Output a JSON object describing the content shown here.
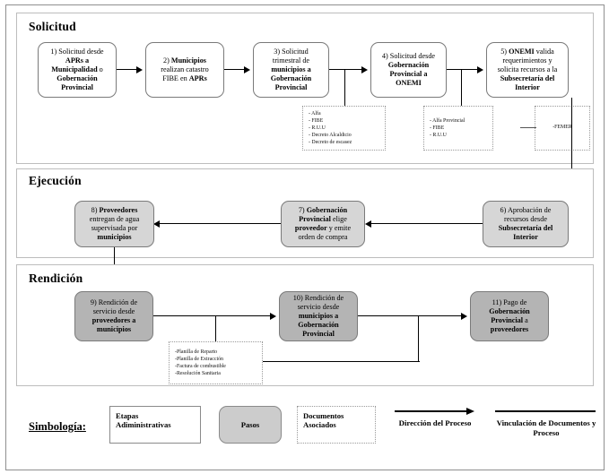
{
  "sections": [
    {
      "key": "solicitud",
      "title": "Solicitud"
    },
    {
      "key": "ejecucion",
      "title": "Ejecución"
    },
    {
      "key": "rendicion",
      "title": "Rendición"
    }
  ],
  "nodes": {
    "n1": {
      "num": "1)",
      "text": "Solicitud desde",
      "l2": "APRs  a",
      "l3": "Municipalidad",
      "l3b": "o",
      "l4": "Gobernación",
      "l5": "Provincial"
    },
    "n2": {
      "num": "2)",
      "bold1": "Municipios",
      "l2": "realizan catastro",
      "l3": "FIBE en",
      "bold2": "APRs"
    },
    "n3": {
      "num": "3)",
      "l1": "Solicitud",
      "l2": "trimestral de",
      "bold1": "municipios a",
      "bold2": "Gobernación",
      "bold3": "Provincial"
    },
    "n4": {
      "num": "4)",
      "l1": "Solicitud desde",
      "bold1": "Gobernación",
      "bold2": "Provincial a",
      "bold3": "ONEMI"
    },
    "n5": {
      "num": "5)",
      "bold1": "ONEMI",
      "l1": "valida",
      "l2": "requerimientos y",
      "l3": "solicita recursos a la",
      "bold2": "Subsecretaría del",
      "bold3": "Interior"
    },
    "n6": {
      "num": "6)",
      "l1": "Aprobación de",
      "l2": "recursos desde",
      "bold1": "Subsecretaría del",
      "bold2": "Interior"
    },
    "n7": {
      "num": "7)",
      "bold1": "Gobernación",
      "bold2": "Provincial",
      "l1": "elige",
      "bold3": "proveedor",
      "l2": "y emite",
      "l3": "orden de compra"
    },
    "n8": {
      "num": "8)",
      "bold1": "Proveedores",
      "l1": "entregan de agua",
      "l2": "supervisada por",
      "bold2": "municipios"
    },
    "n9": {
      "num": "9)",
      "l1": "Rendición de",
      "l2": "servicio desde",
      "bold1": "proveedores a",
      "bold2": "municipios"
    },
    "n10": {
      "num": "10)",
      "l1": "Rendición de",
      "l2": "servicio desde",
      "bold1": "municipios  a",
      "bold2": "Gobernación",
      "bold3": "Provincial"
    },
    "n11": {
      "num": "11)",
      "l1": "Pago de",
      "bold1": "Gobernación",
      "bold2": "Provincial",
      "l2": "a",
      "bold3": "proveedores"
    }
  },
  "documents": {
    "doc_a": {
      "items": [
        "- Alfa",
        "- FIBE",
        "- R.U.U",
        "- Decreto Alcaldicio",
        "- Decreto de escasez"
      ]
    },
    "doc_b": {
      "items": [
        "- Alfa Provincial",
        "- FIBE",
        "- R.U.U"
      ]
    },
    "doc_c": {
      "items": [
        "-FEMER"
      ]
    },
    "doc_d": {
      "items": [
        "-Planilla de Reparto",
        "-Planilla de Extracción",
        "-Factura de combustible",
        "-Resolución Sanitaria"
      ]
    }
  },
  "legend": {
    "label": "Simbología:",
    "etapas": "Etapas Adiministrativas",
    "pasos": "Pasos",
    "documentos": "Documentos Asociados",
    "direccion": "Dirección del Proceso",
    "vinculacion": "Vinculación de Documentos y Proceso"
  },
  "colors": {
    "step_fill_light": "#d6d6d6",
    "step_fill_dark": "#b4b4b4",
    "stage_border": "#bdbdbd",
    "line": "#000000",
    "doc_border": "#9a9a9a"
  }
}
